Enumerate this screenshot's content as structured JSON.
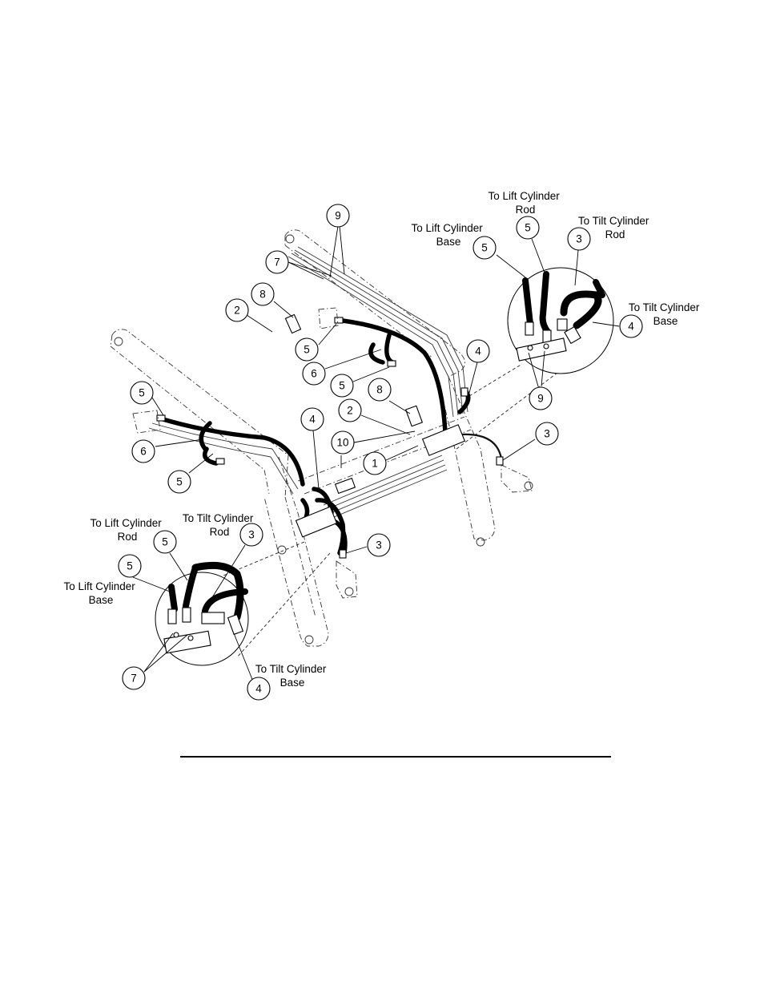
{
  "callouts": {
    "c1": "1",
    "c2a": "2",
    "c2b": "2",
    "c3a": "3",
    "c3b": "3",
    "c3c": "3",
    "c3d": "3",
    "c4a": "4",
    "c4b": "4",
    "c4c": "4",
    "c4d": "4",
    "c5a": "5",
    "c5b": "5",
    "c5c": "5",
    "c5d": "5",
    "c5e": "5",
    "c5f": "5",
    "c5g": "5",
    "c5h": "5",
    "c6a": "6",
    "c6b": "6",
    "c7a": "7",
    "c7b": "7",
    "c8a": "8",
    "c8b": "8",
    "c9a": "9",
    "c9b": "9",
    "c10": "10"
  },
  "labels": {
    "tr_lift_rod": [
      "To Lift Cylinder",
      "Rod"
    ],
    "tr_lift_base": [
      "To Lift Cylinder",
      "Base"
    ],
    "tr_tilt_rod": [
      "To Tilt Cylinder",
      "Rod"
    ],
    "tr_tilt_base": [
      "To Tilt Cylinder",
      "Base"
    ],
    "bl_lift_rod": [
      "To Lift Cylinder",
      "Rod"
    ],
    "bl_tilt_rod": [
      "To Tilt Cylinder",
      "Rod"
    ],
    "bl_lift_base": [
      "To Lift Cylinder",
      "Base"
    ],
    "bl_tilt_base": [
      "To Tilt Cylinder",
      "Base"
    ]
  }
}
